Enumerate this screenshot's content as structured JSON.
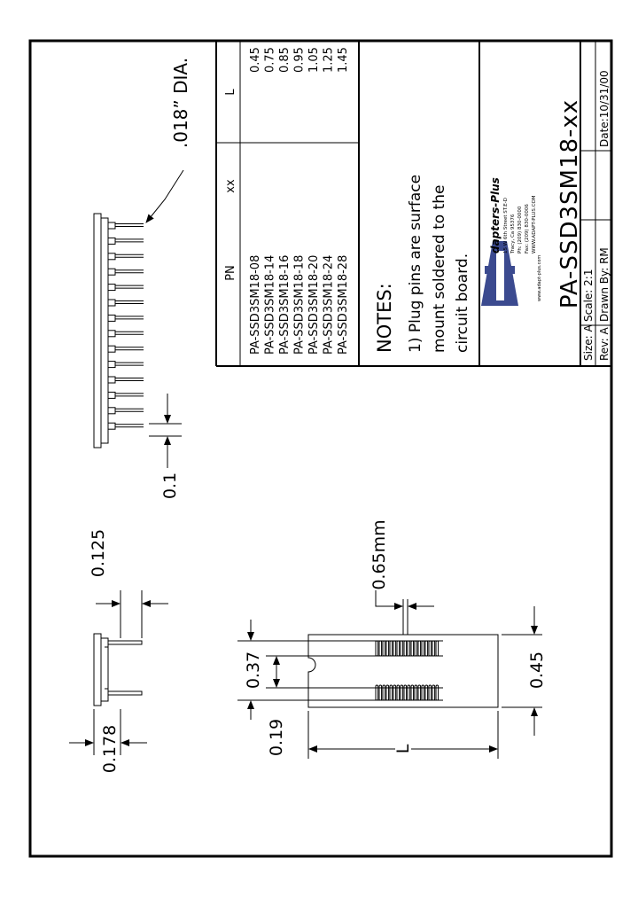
{
  "drawing": {
    "dia_label": ".018” DIA.",
    "pitch_label": "0.1",
    "dim_0125": "0.125",
    "dim_0178": "0.178",
    "dim_065mm": "0.65mm",
    "dim_037": "0.37",
    "dim_019": "0.19",
    "dim_045": "0.45",
    "dim_L": "L"
  },
  "table": {
    "headers": {
      "pn": "PN",
      "xx": "xx",
      "l": "L"
    },
    "rows": [
      {
        "pn": "PA-SSD3SM18-08",
        "l": "0.45"
      },
      {
        "pn": "PA-SSD3SM18-14",
        "l": "0.75"
      },
      {
        "pn": "PA-SSD3SM18-16",
        "l": "0.85"
      },
      {
        "pn": "PA-SSD3SM18-18",
        "l": "0.95"
      },
      {
        "pn": "PA-SSD3SM18-20",
        "l": "1.05"
      },
      {
        "pn": "PA-SSD3SM18-24",
        "l": "1.25"
      },
      {
        "pn": "PA-SSD3SM18-28",
        "l": "1.45"
      }
    ]
  },
  "notes": {
    "title": "NOTES:",
    "lines": [
      "1) Plug pins are surface",
      "mount soldered to the",
      "circuit board."
    ]
  },
  "logo": {
    "brand": "dapters-Plus",
    "lines": [
      "15 W 6th Street ST.E-D",
      "Tracy, Ca 95376",
      "Ph: (209) 830-0000",
      "Fax: (209) 830-0006",
      "WWW.ADAPT-PLUS.COM"
    ],
    "website_small": "www.adapt-plus.com"
  },
  "title_block": {
    "part_number": "PA-SSD3SM18-xx",
    "size": "Size: A",
    "rev": "Rev: A",
    "scale": "Scale:  2:1",
    "drawn_by": "Drawn By:  RM",
    "date": "Date:10/31/00"
  }
}
